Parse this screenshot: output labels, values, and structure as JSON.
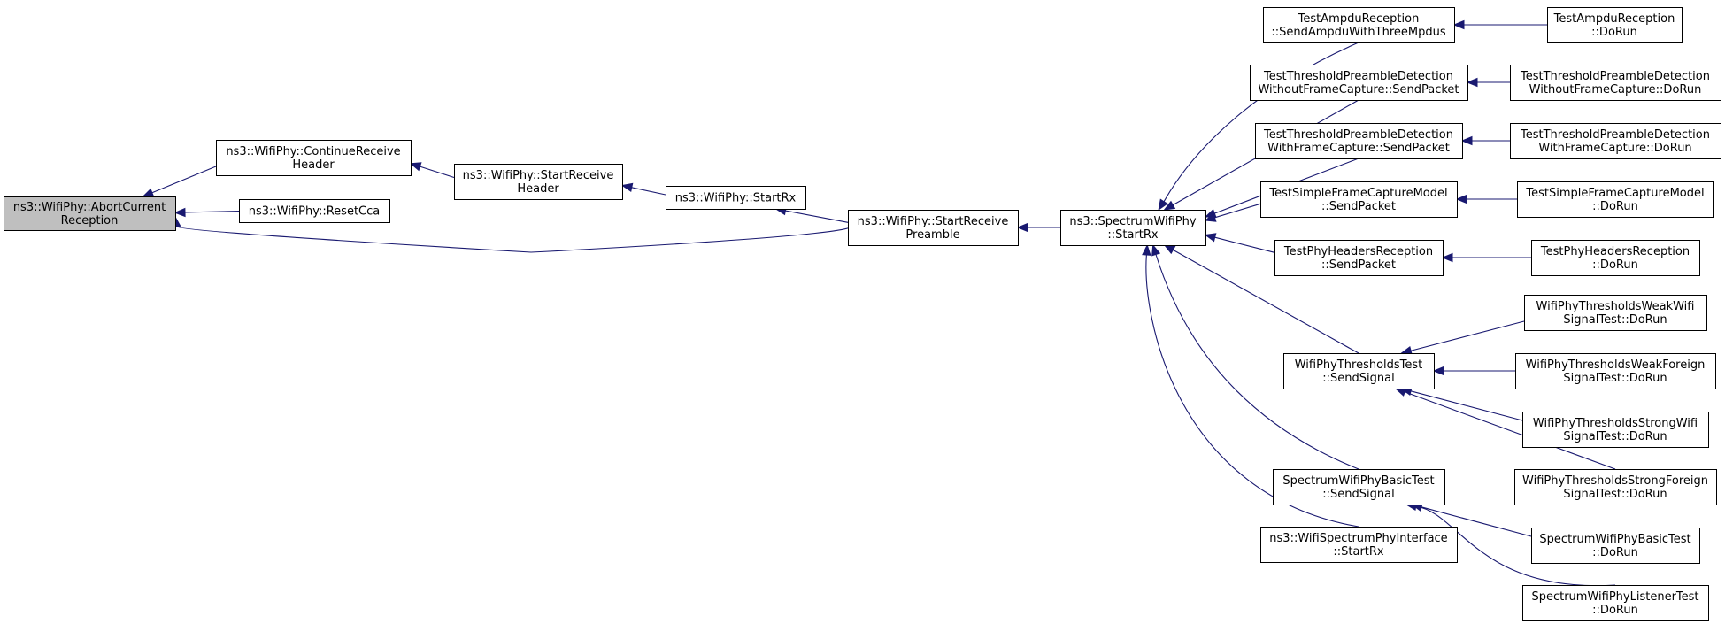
{
  "diagram": {
    "type": "caller-graph",
    "edge_color": "#191970",
    "root_fill": "#bfbfbf",
    "nodes": [
      {
        "id": "abort",
        "lines": [
          "ns3::WifiPhy::AbortCurrent",
          "Reception"
        ],
        "root": true
      },
      {
        "id": "cont",
        "lines": [
          "ns3::WifiPhy::ContinueReceive",
          "Header"
        ]
      },
      {
        "id": "reset",
        "lines": [
          "ns3::WifiPhy::ResetCca"
        ]
      },
      {
        "id": "srh",
        "lines": [
          "ns3::WifiPhy::StartReceive",
          "Header"
        ]
      },
      {
        "id": "startrx",
        "lines": [
          "ns3::WifiPhy::StartRx"
        ]
      },
      {
        "id": "srp",
        "lines": [
          "ns3::WifiPhy::StartReceive",
          "Preamble"
        ]
      },
      {
        "id": "swp",
        "lines": [
          "ns3::SpectrumWifiPhy",
          "::StartRx"
        ]
      },
      {
        "id": "ampdu",
        "lines": [
          "TestAmpduReception",
          "::SendAmpduWithThreeMpdus"
        ]
      },
      {
        "id": "ampdu_run",
        "lines": [
          "TestAmpduReception",
          "::DoRun"
        ]
      },
      {
        "id": "tpd1",
        "lines": [
          "TestThresholdPreambleDetection",
          "WithoutFrameCapture::SendPacket"
        ]
      },
      {
        "id": "tpd1_run",
        "lines": [
          "TestThresholdPreambleDetection",
          "WithoutFrameCapture::DoRun"
        ]
      },
      {
        "id": "tpd2",
        "lines": [
          "TestThresholdPreambleDetection",
          "WithFrameCapture::SendPacket"
        ]
      },
      {
        "id": "tpd2_run",
        "lines": [
          "TestThresholdPreambleDetection",
          "WithFrameCapture::DoRun"
        ]
      },
      {
        "id": "tsfc",
        "lines": [
          "TestSimpleFrameCaptureModel",
          "::SendPacket"
        ]
      },
      {
        "id": "tsfc_run",
        "lines": [
          "TestSimpleFrameCaptureModel",
          "::DoRun"
        ]
      },
      {
        "id": "tphr",
        "lines": [
          "TestPhyHeadersReception",
          "::SendPacket"
        ]
      },
      {
        "id": "tphr_run",
        "lines": [
          "TestPhyHeadersReception",
          "::DoRun"
        ]
      },
      {
        "id": "wpt",
        "lines": [
          "WifiPhyThresholdsTest",
          "::SendSignal"
        ]
      },
      {
        "id": "wpt_ww",
        "lines": [
          "WifiPhyThresholdsWeakWifi",
          "SignalTest::DoRun"
        ]
      },
      {
        "id": "wpt_wf",
        "lines": [
          "WifiPhyThresholdsWeakForeign",
          "SignalTest::DoRun"
        ]
      },
      {
        "id": "wpt_sw",
        "lines": [
          "WifiPhyThresholdsStrongWifi",
          "SignalTest::DoRun"
        ]
      },
      {
        "id": "wpt_sf",
        "lines": [
          "WifiPhyThresholdsStrongForeign",
          "SignalTest::DoRun"
        ]
      },
      {
        "id": "swpb",
        "lines": [
          "SpectrumWifiPhyBasicTest",
          "::SendSignal"
        ]
      },
      {
        "id": "swpb_run",
        "lines": [
          "SpectrumWifiPhyBasicTest",
          "::DoRun"
        ]
      },
      {
        "id": "swpl_run",
        "lines": [
          "SpectrumWifiPhyListenerTest",
          "::DoRun"
        ]
      },
      {
        "id": "wspi",
        "lines": [
          "ns3::WifiSpectrumPhyInterface",
          "::StartRx"
        ]
      }
    ],
    "edges": [
      {
        "from": "cont",
        "to": "abort"
      },
      {
        "from": "reset",
        "to": "abort"
      },
      {
        "from": "srp",
        "to": "abort"
      },
      {
        "from": "srh",
        "to": "cont"
      },
      {
        "from": "startrx",
        "to": "srh"
      },
      {
        "from": "srp",
        "to": "startrx"
      },
      {
        "from": "swp",
        "to": "srp"
      },
      {
        "from": "ampdu",
        "to": "swp"
      },
      {
        "from": "tpd1",
        "to": "swp"
      },
      {
        "from": "tpd2",
        "to": "swp"
      },
      {
        "from": "tsfc",
        "to": "swp"
      },
      {
        "from": "tphr",
        "to": "swp"
      },
      {
        "from": "wpt",
        "to": "swp"
      },
      {
        "from": "swpb",
        "to": "swp"
      },
      {
        "from": "wspi",
        "to": "swp"
      },
      {
        "from": "ampdu_run",
        "to": "ampdu"
      },
      {
        "from": "tpd1_run",
        "to": "tpd1"
      },
      {
        "from": "tpd2_run",
        "to": "tpd2"
      },
      {
        "from": "tsfc_run",
        "to": "tsfc"
      },
      {
        "from": "tphr_run",
        "to": "tphr"
      },
      {
        "from": "wpt_ww",
        "to": "wpt"
      },
      {
        "from": "wpt_wf",
        "to": "wpt"
      },
      {
        "from": "wpt_sw",
        "to": "wpt"
      },
      {
        "from": "wpt_sf",
        "to": "wpt"
      },
      {
        "from": "swpb_run",
        "to": "swpb"
      },
      {
        "from": "swpl_run",
        "to": "swpb"
      }
    ]
  }
}
